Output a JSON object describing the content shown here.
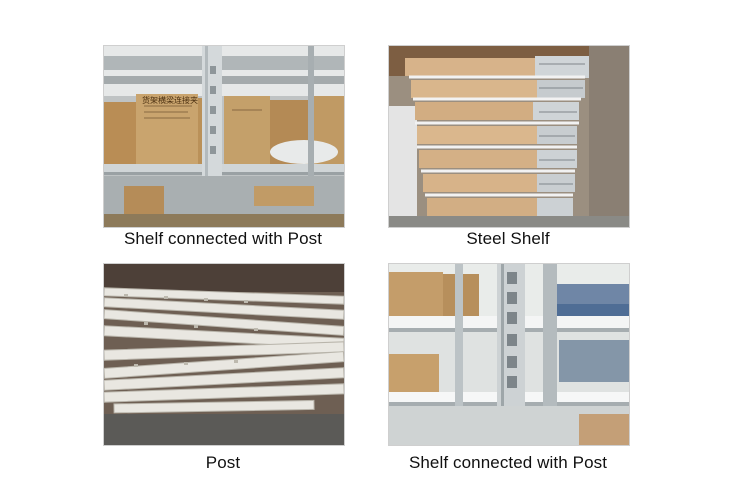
{
  "photos": [
    {
      "caption": "Shelf connected with Post",
      "box_label": "货架横梁连接夹"
    },
    {
      "caption": "Steel Shelf"
    },
    {
      "caption": "Post"
    },
    {
      "caption": "Shelf connected with Post"
    }
  ],
  "colors": {
    "background": "#ffffff",
    "caption_text": "#111111",
    "cardboard": "#c9a46e",
    "shelf_metal": "#c9cfd2"
  }
}
